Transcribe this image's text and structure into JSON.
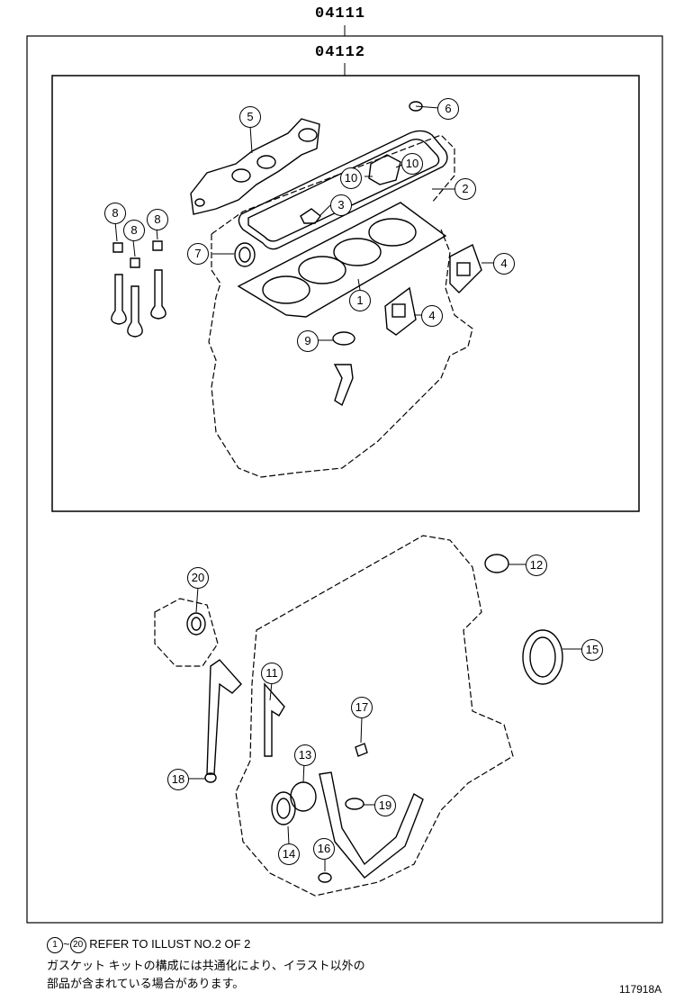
{
  "header": {
    "outer_kit_code": "04111",
    "inner_kit_code": "04112"
  },
  "callouts": {
    "c1": "1",
    "c2": "2",
    "c3": "3",
    "c4a": "4",
    "c4b": "4",
    "c5": "5",
    "c6": "6",
    "c7": "7",
    "c8a": "8",
    "c8b": "8",
    "c8c": "8",
    "c9": "9",
    "c10a": "10",
    "c10b": "10",
    "c11": "11",
    "c12": "12",
    "c13": "13",
    "c14": "14",
    "c15": "15",
    "c16": "16",
    "c17": "17",
    "c18": "18",
    "c19": "19",
    "c20": "20"
  },
  "footer": {
    "range_start": "1",
    "range_tilde": "~",
    "range_end": "20",
    "refer_text": "REFER TO ILLUST NO.2 OF 2",
    "jp_line1": "ガスケット キットの構成には共通化により、イラスト以外の",
    "jp_line2": "部品が含まれている場合があります。",
    "illustration_no": "117918A"
  },
  "colors": {
    "ink": "#000000",
    "paper": "#ffffff"
  }
}
